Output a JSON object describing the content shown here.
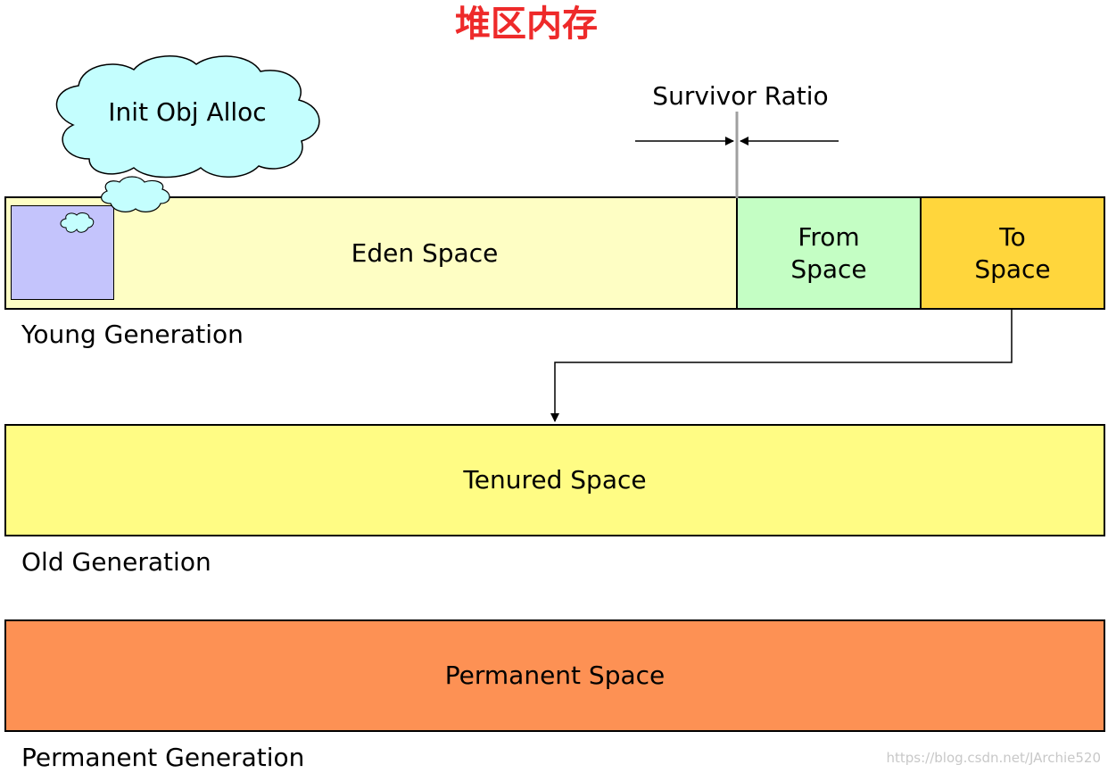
{
  "title": "堆区内存",
  "colors": {
    "title": "#ee2a2a",
    "eden": "#fefec4",
    "from": "#c4fec4",
    "to": "#ffd63c",
    "object": "#c4c4fc",
    "cloud": "#c4fefe",
    "tenured": "#fffc84",
    "permanent": "#fd9154",
    "line": "#000000",
    "ratio_divider": "#a0a0a0"
  },
  "init_alloc": {
    "label": "Init Obj Alloc"
  },
  "survivor_ratio": {
    "label": "Survivor  Ratio"
  },
  "young": {
    "eden_label": "Eden Space",
    "from_label_1": "From",
    "from_label_2": "Space",
    "to_label_1": "To",
    "to_label_2": "Space",
    "generation_label": "Young Generation"
  },
  "old": {
    "space_label": "Tenured Space",
    "generation_label": "Old Generation"
  },
  "permanent": {
    "space_label": "Permanent Space",
    "generation_label": "Permanent Generation"
  },
  "watermark": "https://blog.csdn.net/JArchie520"
}
